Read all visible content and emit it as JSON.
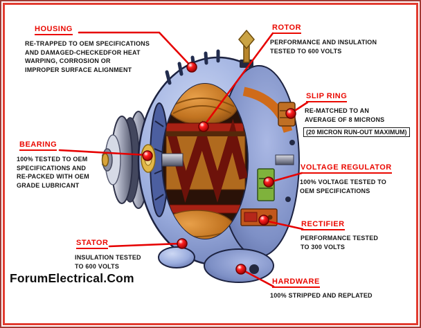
{
  "watermark": "ForumElectrical.Com",
  "colors": {
    "frame_red": "#e23c30",
    "label_title_red": "#ea0800",
    "leader_red": "#e60000",
    "housing_blue": "#9badde",
    "copper_orange": "#c17320",
    "regulator_green": "#7fb23c",
    "text_dark": "#161616"
  },
  "callouts": [
    {
      "id": "housing",
      "title": "HOUSING",
      "desc": "RE-TRAPPED TO OEM SPECIFICATIONS\nAND DAMAGED-CHECKEDFOR HEAT\nWARPING, CORROSION OR\nIMPROPER SURFACE ALIGNMENT"
    },
    {
      "id": "rotor",
      "title": "ROTOR",
      "desc": "PERFORMANCE AND INSULATION\nTESTED TO 600 VOLTS"
    },
    {
      "id": "slip-ring",
      "title": "SLIP RING",
      "desc": "RE-MATCHED TO AN\nAVERAGE OF 8 MICRONS",
      "note": "(20 MICRON RUN-OUT MAXIMUM)"
    },
    {
      "id": "bearing",
      "title": "BEARING",
      "desc": "100% TESTED TO OEM\nSPECIFICATIONS AND\nRE-PACKED WITH OEM\nGRADE LUBRICANT"
    },
    {
      "id": "voltage-regulator",
      "title": "VOLTAGE REGULATOR",
      "desc": "100% VOLTAGE TESTED TO\nOEM SPECIFICATIONS"
    },
    {
      "id": "rectifier",
      "title": "RECTIFIER",
      "desc": "PERFORMANCE TESTED\nTO 300 VOLTS"
    },
    {
      "id": "stator",
      "title": "STATOR",
      "desc": "INSULATION TESTED\nTO 600 VOLTS"
    },
    {
      "id": "hardware",
      "title": "HARDWARE",
      "desc": "100% STRIPPED AND REPLATED"
    }
  ]
}
